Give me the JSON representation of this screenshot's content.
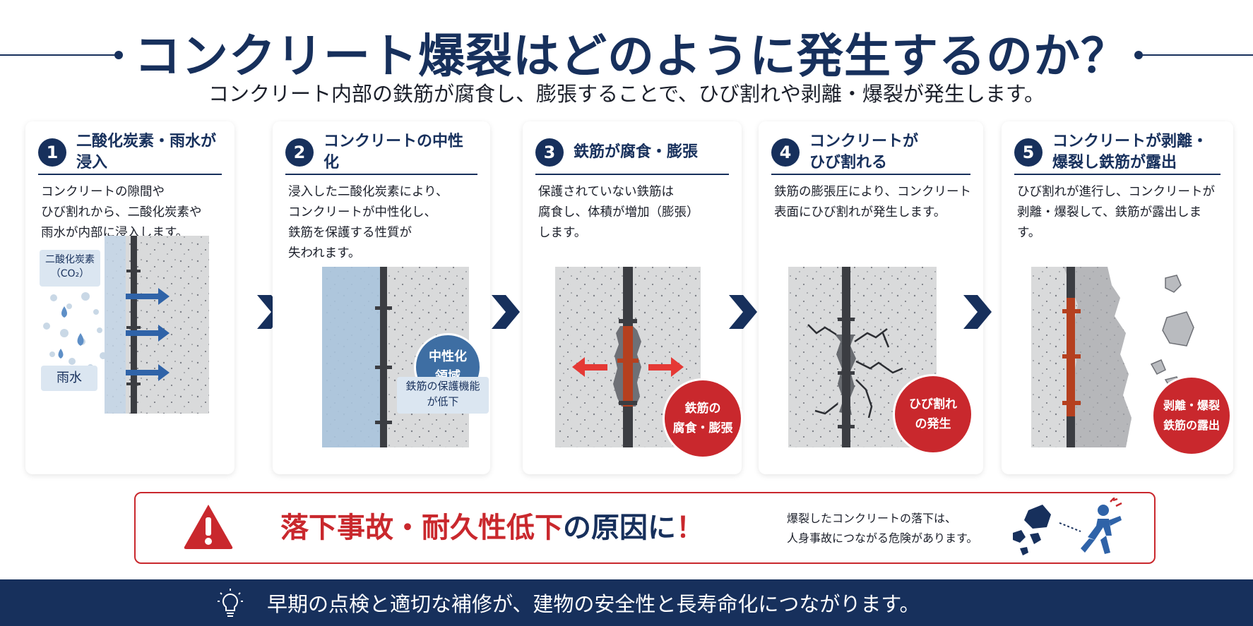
{
  "header": {
    "title": "コンクリート爆裂はどのように発生するのか？",
    "subtitle": "コンクリート内部の鉄筋が腐食し、膨張することで、ひび割れや剥離・爆裂が発生します。"
  },
  "steps": [
    {
      "number": "1",
      "title": "二酸化炭素・雨水が浸入",
      "description": "コンクリートの隙間や\nひび割れから、二酸化炭素や\n雨水が内部に浸入します。",
      "labels": [
        "二酸化炭素\n（CO₂）",
        "雨水"
      ]
    },
    {
      "number": "2",
      "title": "コンクリートの中性化",
      "description": "浸入した二酸化炭素により、\nコンクリートが中性化し、\n鉄筋を保護する性質が\n失われます。",
      "badge": "中性化\n領域",
      "note": "鉄筋の保護機能\nが低下"
    },
    {
      "number": "3",
      "title": "鉄筋が腐食・膨張",
      "description": "保護されていない鉄筋は\n腐食し、体積が増加（膨張）\nします。",
      "badge": "鉄筋の\n腐食・膨張"
    },
    {
      "number": "4",
      "title": "コンクリートが\nひび割れる",
      "description": "鉄筋の膨張圧により、コンクリート\n表面にひび割れが発生します。",
      "badge": "ひび割れ\nの発生"
    },
    {
      "number": "5",
      "title": "コンクリートが剥離・\n爆裂し鉄筋が露出",
      "description": "ひび割れが進行し、コンクリートが\n剥離・爆裂して、鉄筋が露出します。",
      "badge": "剥離・爆裂\n鉄筋の露出"
    }
  ],
  "warning": {
    "main_red": "落下事故・耐久性低下",
    "main_navy": "の原因に",
    "exclaim": "！",
    "description": "爆裂したコンクリートの落下は、\n人身事故につながる危険があります。"
  },
  "footer": {
    "text": "早期の点検と適切な補修が、建物の安全性と長寿命化につながります。"
  },
  "colors": {
    "navy": "#17305c",
    "red": "#c9282d",
    "light_blue": "#dbe6f1",
    "concrete": "#d9dadb",
    "rust": "#b5401f"
  }
}
